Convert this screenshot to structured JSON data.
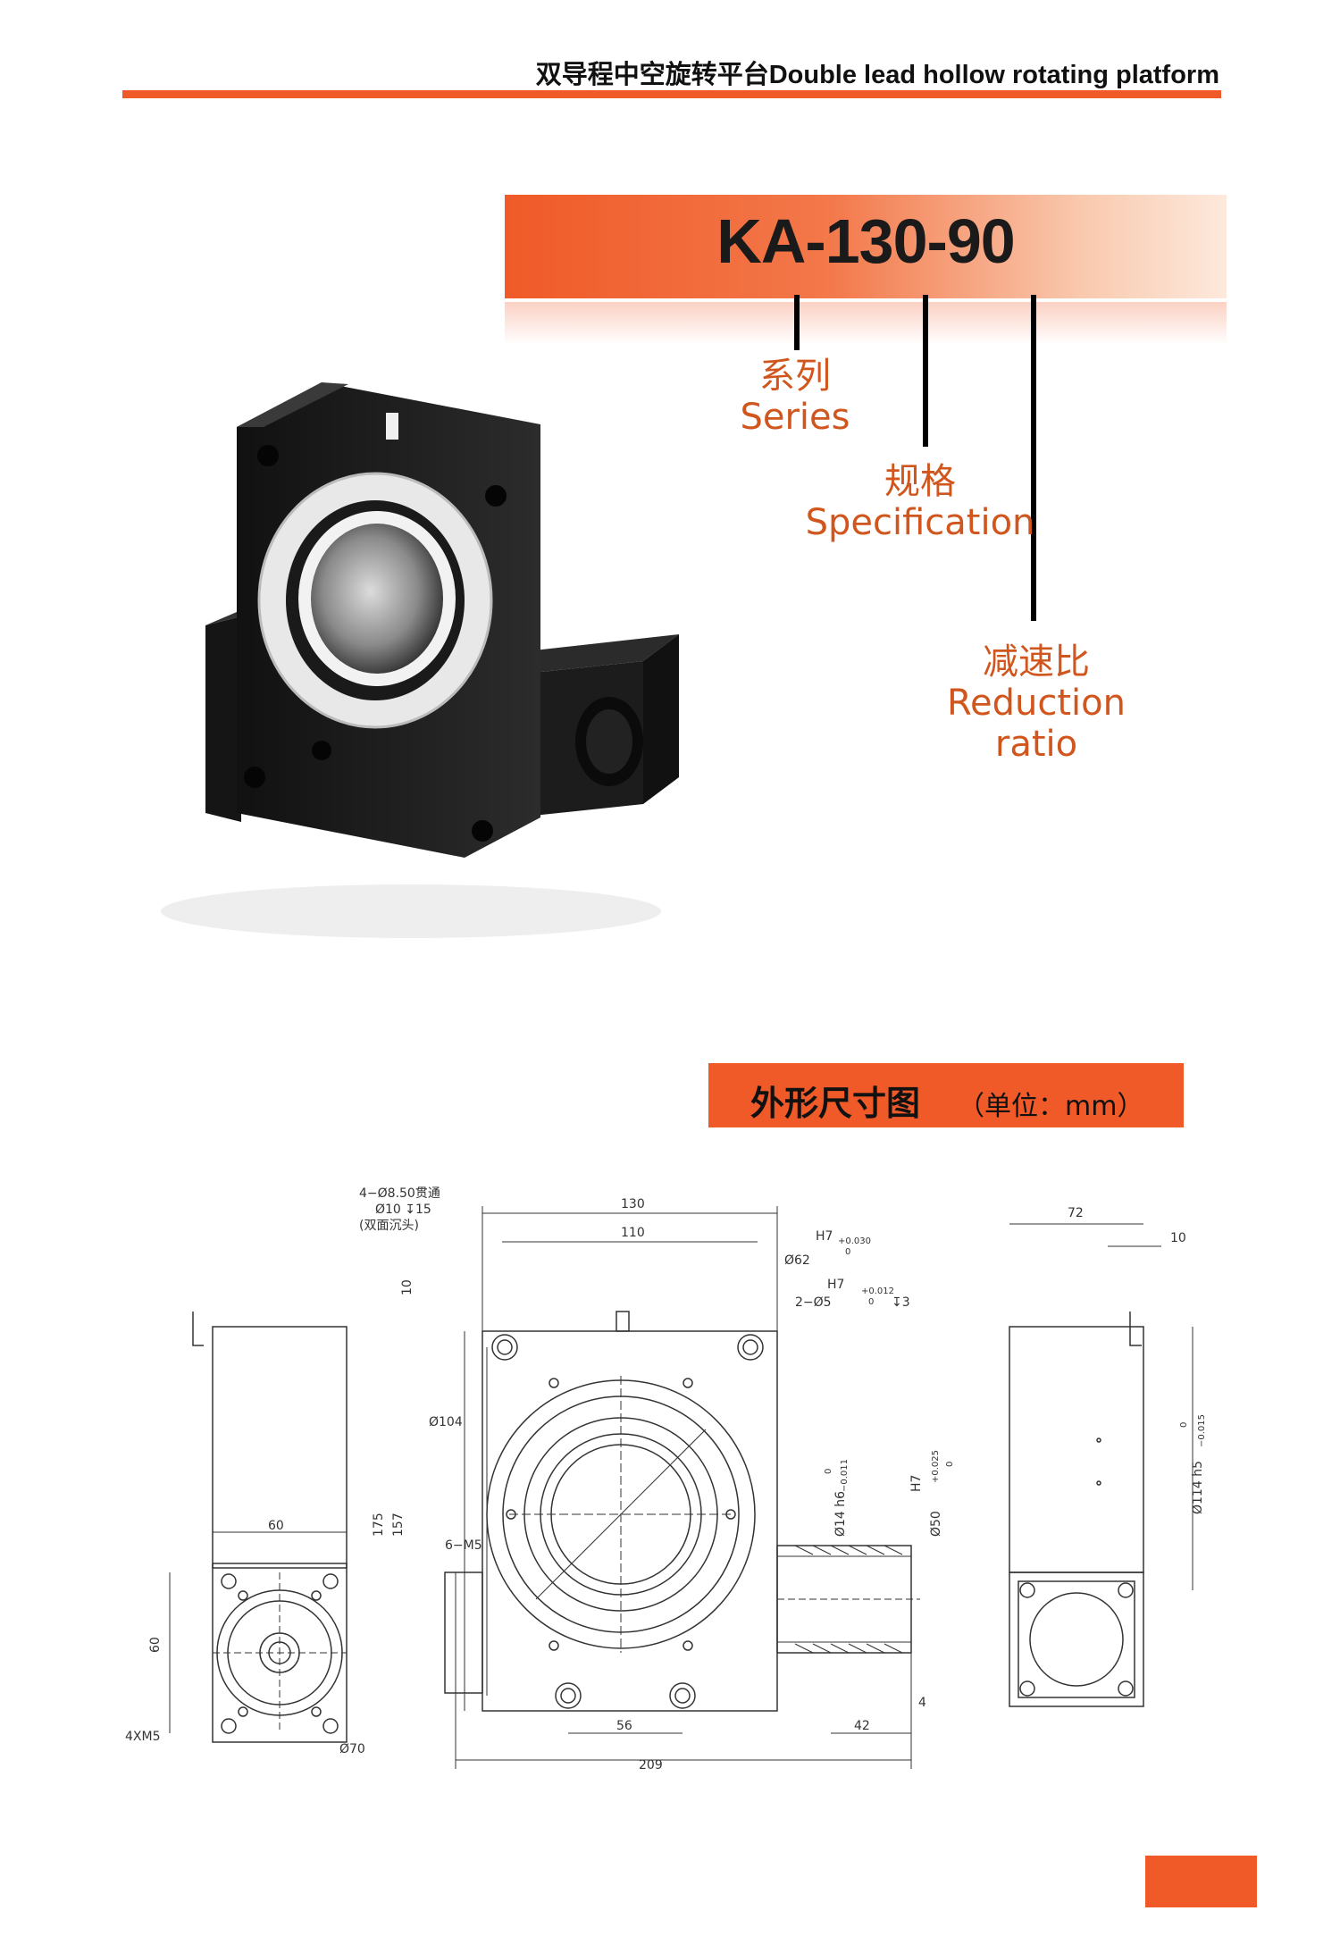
{
  "header": {
    "title": "双导程中空旋转平台Double lead hollow rotating platform",
    "accent_color": "#f05a28"
  },
  "model": {
    "code": "KA-130-90",
    "series_label_cn": "系列",
    "series_label_en": "Series",
    "spec_label_cn": "规格",
    "spec_label_en": "Specification",
    "ratio_label_cn": "减速比",
    "ratio_label_en_1": "Reduction",
    "ratio_label_en_2": "ratio"
  },
  "section": {
    "title": "外形尺寸图",
    "unit": "（单位：mm）"
  },
  "drawing": {
    "hole_note_1": "4−Ø8.50贯通",
    "hole_note_2": "Ø10 ↧15",
    "hole_note_3": "(双面沉头)",
    "dim_130": "130",
    "dim_110": "110",
    "dim_d62": "Ø62",
    "tol_h7": "H7",
    "tol_62_up": "+0.030",
    "tol_62_low": "0",
    "tol_5_up": "+0.012",
    "tol_5_low": "0",
    "note_2_d5": "2−Ø5",
    "note_depth3": "↧3",
    "dim_d104": "Ø104",
    "dim_10": "10",
    "dim_175": "175",
    "dim_157": "157",
    "dim_6m5": "6−M5",
    "dim_60_top": "60",
    "dim_60_side": "60",
    "dim_4xm5": "4XM5",
    "dim_d70": "Ø70",
    "dim_56": "56",
    "dim_209": "209",
    "dim_42": "42",
    "dim_4": "4",
    "dim_d14": "Ø14 h6",
    "tol_14_up": "0",
    "tol_14_low": "−0.011",
    "dim_d50": "Ø50",
    "tol_50_up": "+0.025",
    "tol_50_low": "0",
    "dim_72": "72",
    "dim_10_right": "10",
    "dim_d114": "Ø114 h5",
    "tol_114_up": "0",
    "tol_114_low": "−0.015"
  }
}
